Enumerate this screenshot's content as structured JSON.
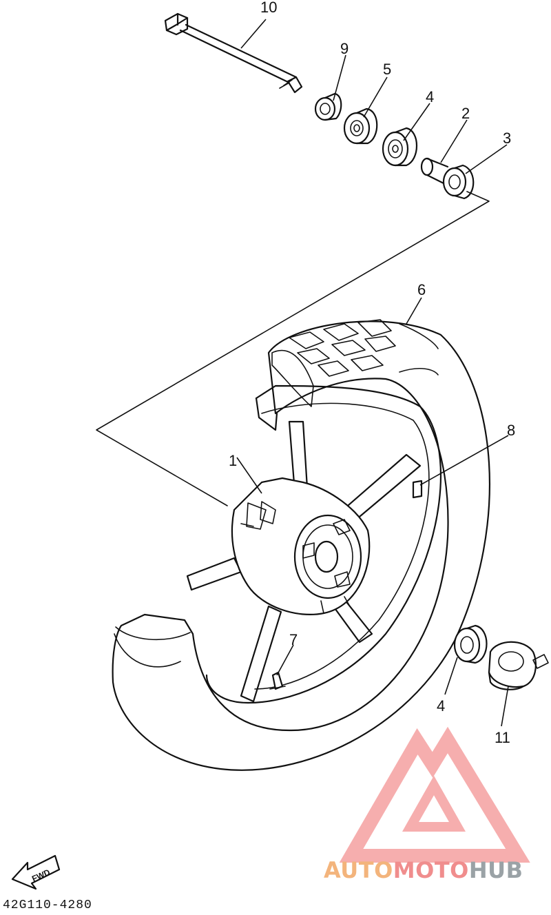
{
  "callouts": [
    {
      "id": "10",
      "text": "10"
    },
    {
      "id": "9",
      "text": "9"
    },
    {
      "id": "5",
      "text": "5"
    },
    {
      "id": "4a",
      "text": "4"
    },
    {
      "id": "2",
      "text": "2"
    },
    {
      "id": "3",
      "text": "3"
    },
    {
      "id": "6",
      "text": "6"
    },
    {
      "id": "8",
      "text": "8"
    },
    {
      "id": "1",
      "text": "1"
    },
    {
      "id": "7",
      "text": "7"
    },
    {
      "id": "4b",
      "text": "4"
    },
    {
      "id": "11",
      "text": "11"
    }
  ],
  "fwd_label": "FWD",
  "diagram_code": "42G110-4280",
  "watermark": {
    "part1": "AUTO",
    "part2": "MOTO",
    "part3": "HUB",
    "colors": {
      "auto": "#f3b47c",
      "moto": "#f08d8d",
      "hub": "#9aa2a6",
      "triangle": "#f5a0a0"
    }
  }
}
